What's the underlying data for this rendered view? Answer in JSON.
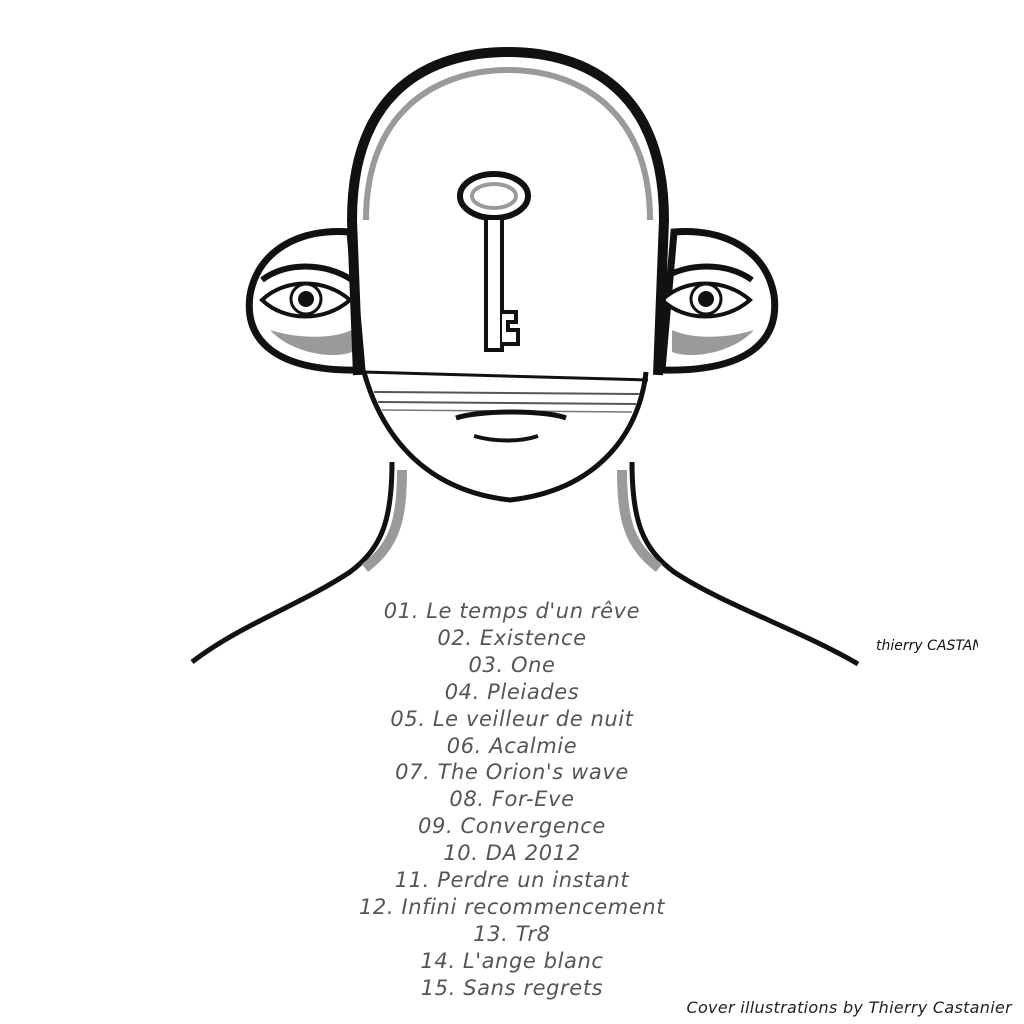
{
  "illustration": {
    "icon": "head-with-keyhole-key-illustration",
    "ink_color": "#111111",
    "shade_color": "#9a9a9a"
  },
  "signature": {
    "text": "thierry CASTANIER"
  },
  "tracklist": [
    "01. Le temps d'un rêve",
    "02. Existence",
    "03. One",
    "04. Pleiades",
    "05. Le veilleur de nuit",
    "06. Acalmie",
    "07. The Orion's wave",
    "08. For-Eve",
    "09. Convergence",
    "10. DA 2012",
    "11. Perdre un instant",
    "12. Infini recommencement",
    "13. Tr8",
    "14. L'ange blanc",
    "15. Sans regrets"
  ],
  "credit": "Cover illustrations by Thierry Castanier"
}
